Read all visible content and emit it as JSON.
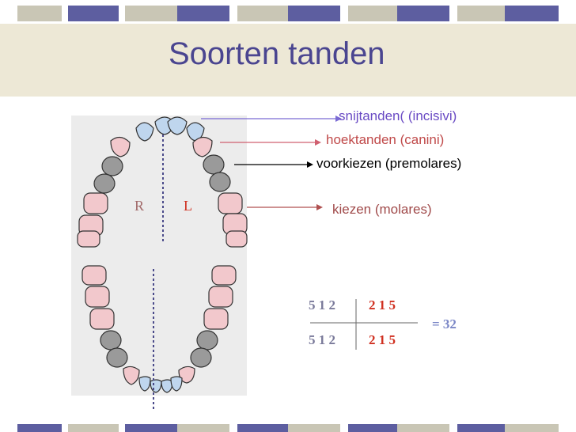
{
  "slide": {
    "title": "Soorten tanden"
  },
  "labels": [
    {
      "text": "snijtanden( (incisivi)",
      "color": "#6a4bc4"
    },
    {
      "text": "hoektanden (canini)",
      "color": "#c04a4a"
    },
    {
      "text": "voorkiezen (premolares)",
      "color": "#000000"
    },
    {
      "text": "kiezen (molares)",
      "color": "#a04a4a"
    }
  ],
  "diagram": {
    "right_label": "R",
    "left_label": "L"
  },
  "formula": {
    "upper_left": "5 1 2",
    "upper_right": "2 1 5",
    "lower_left": "5 1 2",
    "lower_right": "2 1 5",
    "total": "= 32"
  },
  "colors": {
    "title": "#4a4590",
    "accent_red": "#d03020",
    "formula_gray": "#7a7a9a",
    "total_blue": "#7a86c6"
  }
}
